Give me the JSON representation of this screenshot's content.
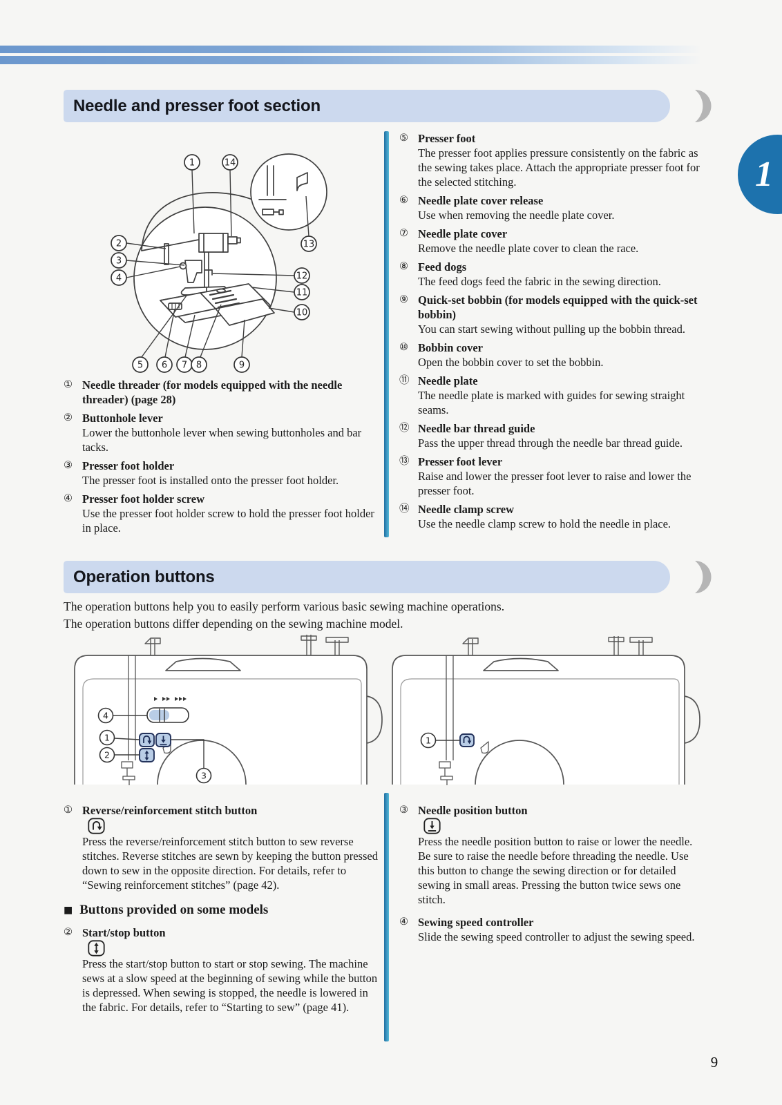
{
  "page": {
    "number": "9",
    "chapter_tab": "1",
    "accent_color": "#1d72ad",
    "header_bg": "#ccd9ee",
    "crescent_color": "#b5b5b5",
    "divider_colors": [
      "#1f6fa0",
      "#55b8d4"
    ]
  },
  "needle_section": {
    "title": "Needle and presser foot section",
    "items_left": [
      {
        "num": "①",
        "title": "Needle threader (for models equipped with the needle threader) (page 28)",
        "body": ""
      },
      {
        "num": "②",
        "title": "Buttonhole lever",
        "body": "Lower the buttonhole lever when sewing buttonholes and bar tacks."
      },
      {
        "num": "③",
        "title": "Presser foot holder",
        "body": "The presser foot is installed onto the presser foot holder."
      },
      {
        "num": "④",
        "title": "Presser foot holder screw",
        "body": "Use the presser foot holder screw to hold the presser foot holder in place."
      }
    ],
    "items_right": [
      {
        "num": "⑤",
        "title": "Presser foot",
        "body": "The presser foot applies pressure consistently on the fabric as the sewing takes place. Attach the appropriate presser foot for the selected stitching."
      },
      {
        "num": "⑥",
        "title": "Needle plate cover release",
        "body": "Use when removing the needle plate cover."
      },
      {
        "num": "⑦",
        "title": "Needle plate cover",
        "body": "Remove the needle plate cover to clean the race."
      },
      {
        "num": "⑧",
        "title": "Feed dogs",
        "body": "The feed dogs feed the fabric in the sewing direction."
      },
      {
        "num": "⑨",
        "title": "Quick-set bobbin (for models equipped with the quick-set bobbin)",
        "body": "You can start sewing without pulling up the bobbin thread."
      },
      {
        "num": "⑩",
        "title": "Bobbin cover",
        "body": "Open the bobbin cover to set the bobbin."
      },
      {
        "num": "⑪",
        "title": "Needle plate",
        "body": "The needle plate is marked with guides for sewing straight seams."
      },
      {
        "num": "⑫",
        "title": "Needle bar thread guide",
        "body": "Pass the upper thread through the needle bar thread guide."
      },
      {
        "num": "⑬",
        "title": "Presser foot lever",
        "body": "Raise and lower the presser foot lever to raise and lower the presser foot."
      },
      {
        "num": "⑭",
        "title": "Needle clamp screw",
        "body": "Use the needle clamp screw to hold the needle in place."
      }
    ],
    "diagram_callouts": {
      "c1": "1",
      "c2": "2",
      "c3": "3",
      "c4": "4",
      "c5": "5",
      "c6": "6",
      "c7": "7",
      "c8": "8",
      "c9": "9",
      "c10": "10",
      "c11": "11",
      "c12": "12",
      "c13": "13",
      "c14": "14"
    }
  },
  "operation_section": {
    "title": "Operation buttons",
    "intro_line1": "The operation buttons help you to easily perform various basic sewing machine operations.",
    "intro_line2": "The operation buttons differ depending on the sewing machine model.",
    "subheading": "Buttons provided on some models",
    "icons": {
      "reverse": "reverse-stitch-icon",
      "start_stop": "start-stop-icon",
      "needle_position": "needle-position-icon"
    },
    "items": [
      {
        "num": "①",
        "title": "Reverse/reinforcement stitch button",
        "body": "Press the reverse/reinforcement stitch button to sew reverse stitches. Reverse stitches are sewn by keeping the button pressed down to sew in the opposite direction. For details, refer to “Sewing reinforcement stitches” (page 42)."
      },
      {
        "num": "②",
        "title": "Start/stop button",
        "body": "Press the start/stop button to start or stop sewing. The machine sews at a slow speed at the beginning of sewing while the button is depressed. When sewing is stopped, the needle is lowered in the fabric. For details, refer to “Starting to sew” (page 41)."
      },
      {
        "num": "③",
        "title": "Needle position button",
        "body": "Press the needle position button to raise or lower the needle. Be sure to raise the needle before threading the needle. Use this button to change the sewing direction or for detailed sewing in small areas. Pressing the button twice sews one stitch."
      },
      {
        "num": "④",
        "title": "Sewing speed controller",
        "body": "Slide the sewing speed controller to adjust the sewing speed."
      }
    ],
    "machine_left_callouts": {
      "c1": "1",
      "c2": "2",
      "c3": "3",
      "c4": "4"
    },
    "machine_right_callouts": {
      "c1": "1"
    }
  }
}
